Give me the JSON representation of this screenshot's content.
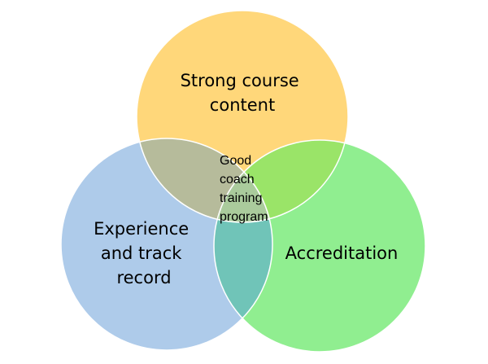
{
  "diagram": {
    "sets": [
      {
        "id": "top",
        "label_lines": [
          "Strong course",
          "content"
        ],
        "color": "#FFD77A"
      },
      {
        "id": "left",
        "label_lines": [
          "Experience",
          "and track",
          "record"
        ],
        "color": "#AECBEA"
      },
      {
        "id": "right",
        "label_lines": [
          "Accreditation"
        ],
        "color": "#90EE90"
      }
    ],
    "intersections": {
      "top_left": "#B6BB9B",
      "top_right": "#9AE468",
      "left_right": "#70C4B8",
      "all": "#AACB9C"
    },
    "center": {
      "label_lines": [
        "Good",
        "coach",
        "training",
        "program"
      ]
    }
  }
}
